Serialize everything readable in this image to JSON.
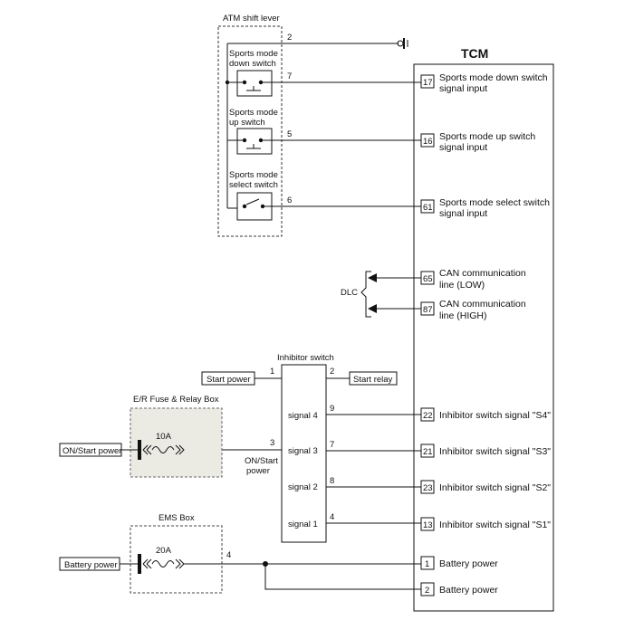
{
  "atm": {
    "title": "ATM shift lever",
    "down_switch": [
      "Sports mode",
      "down switch"
    ],
    "up_switch": [
      "Sports mode",
      "up switch"
    ],
    "select_switch": [
      "Sports mode",
      "select switch"
    ],
    "pins": {
      "ground": "2",
      "down": "7",
      "up": "5",
      "select": "6"
    }
  },
  "tcm": {
    "title": "TCM",
    "pins": [
      {
        "num": "17",
        "line1": "Sports mode down switch",
        "line2": "signal input"
      },
      {
        "num": "16",
        "line1": "Sports mode up switch",
        "line2": "signal input"
      },
      {
        "num": "61",
        "line1": "Sports mode select switch",
        "line2": "signal input"
      },
      {
        "num": "65",
        "line1": "CAN communication",
        "line2": "line (LOW)"
      },
      {
        "num": "87",
        "line1": "CAN communication",
        "line2": "line (HIGH)"
      },
      {
        "num": "22",
        "line1": "Inhibitor switch signal \"S4\"",
        "line2": ""
      },
      {
        "num": "21",
        "line1": "Inhibitor switch signal \"S3\"",
        "line2": ""
      },
      {
        "num": "23",
        "line1": "Inhibitor switch signal \"S2\"",
        "line2": ""
      },
      {
        "num": "13",
        "line1": "Inhibitor switch signal \"S1\"",
        "line2": ""
      },
      {
        "num": "1",
        "line1": "Battery power",
        "line2": ""
      },
      {
        "num": "2",
        "line1": "Battery power",
        "line2": ""
      }
    ]
  },
  "dlc": "DLC",
  "inhibitor": {
    "title": "Inhibitor switch",
    "start_power": "Start power",
    "start_relay": "Start relay",
    "signals": [
      "signal 4",
      "signal 3",
      "signal 2",
      "signal 1"
    ],
    "pins": {
      "start_power": "1",
      "start_relay": "2",
      "s4": "9",
      "s3": "7",
      "s2": "8",
      "s1": "4",
      "on_start": "3"
    },
    "on_start_label": [
      "ON/Start",
      "power"
    ]
  },
  "er_box": {
    "title": "E/R Fuse & Relay Box",
    "fuse": "10A",
    "source": "ON/Start power"
  },
  "ems_box": {
    "title": "EMS Box",
    "fuse": "20A",
    "source": "Battery power",
    "pin": "4"
  }
}
